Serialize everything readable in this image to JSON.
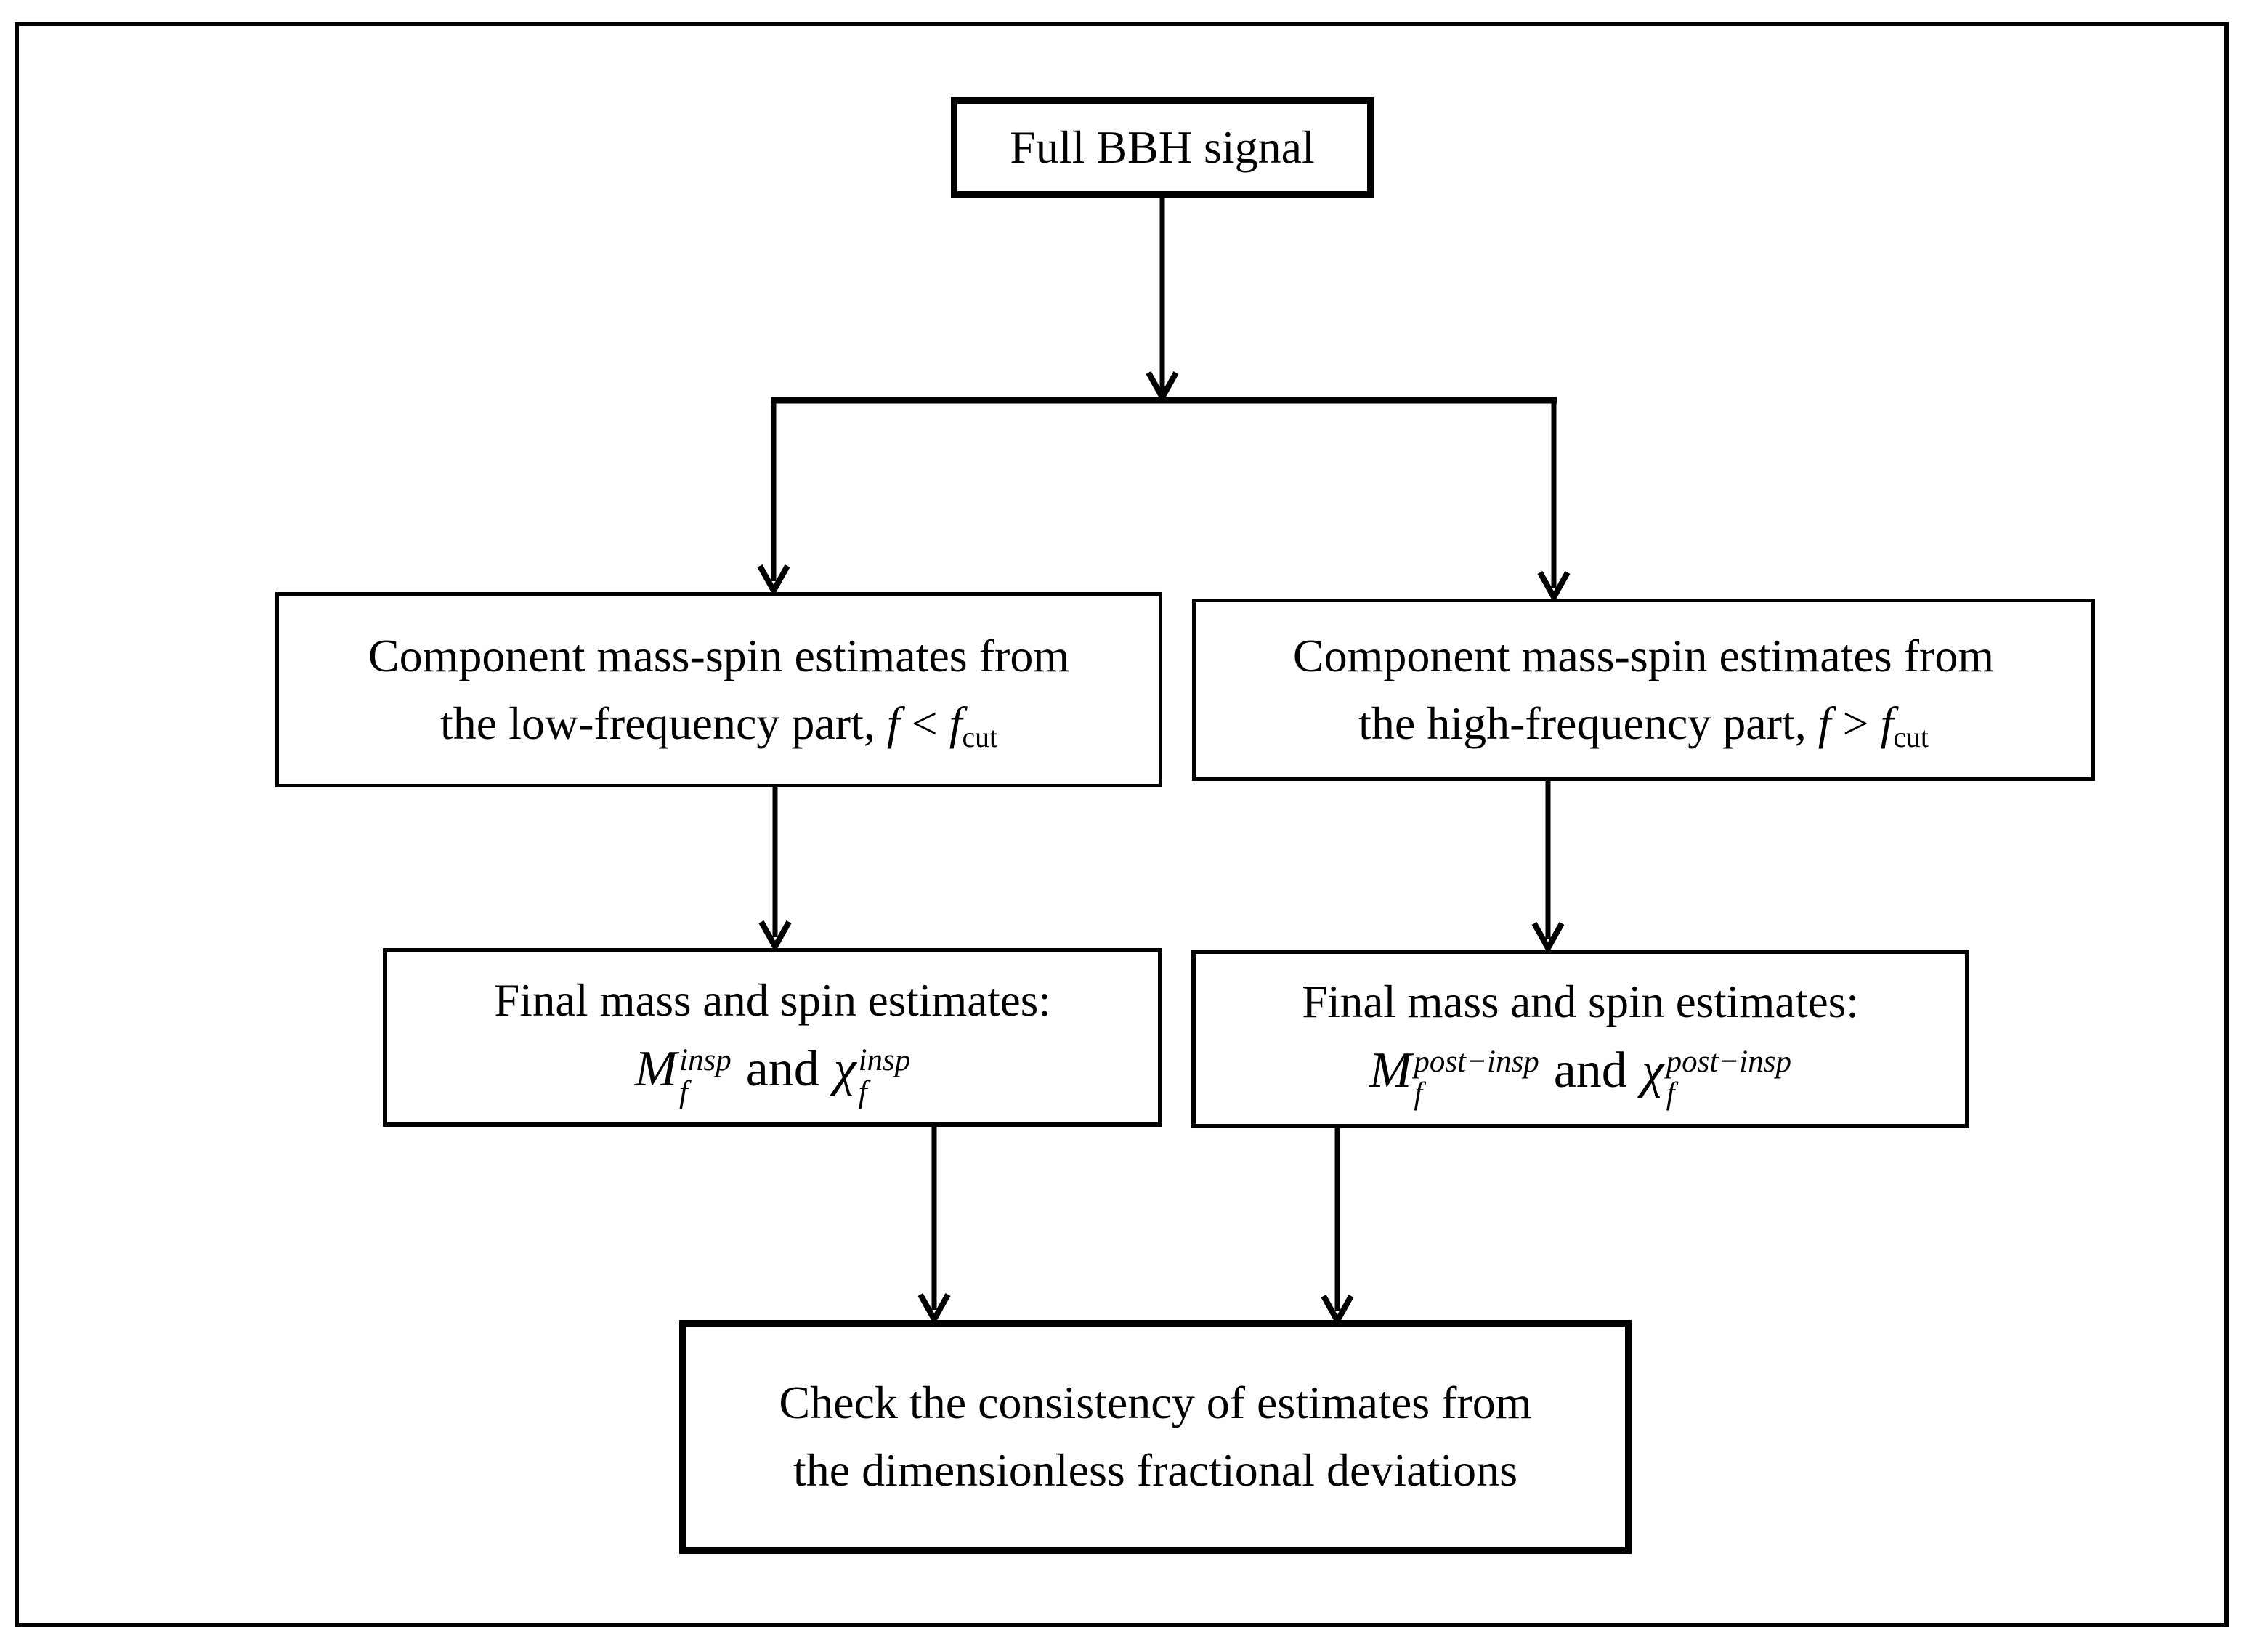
{
  "figure": {
    "background_color": "#ffffff",
    "line_color": "#000000"
  },
  "nodes": {
    "full_signal": {
      "label": "Full BBH signal"
    },
    "low_freq": {
      "line1": "Component mass-spin estimates from",
      "line2_prefix": "the low-frequency part, ",
      "f_symbol": "f",
      "comparator": "<",
      "f_cut_base": "f",
      "f_cut_sub": "cut"
    },
    "high_freq": {
      "line1": "Component mass-spin estimates from",
      "line2_prefix": "the high-frequency part, ",
      "f_symbol": "f",
      "comparator": ">",
      "f_cut_base": "f",
      "f_cut_sub": "cut"
    },
    "final_insp": {
      "line1": "Final mass and spin estimates:",
      "mass_symbol": "M",
      "mass_sup": "insp",
      "mass_sub": "f",
      "conjunction": "and",
      "spin_symbol": "χ",
      "spin_sup": "insp",
      "spin_sub": "f"
    },
    "final_postinsp": {
      "line1": "Final mass and spin estimates:",
      "mass_symbol": "M",
      "mass_sup": "post−insp",
      "mass_sub": "f",
      "conjunction": "and",
      "spin_symbol": "χ",
      "spin_sup": "post−insp",
      "spin_sub": "f"
    },
    "consistency_check": {
      "line1": "Check the consistency of estimates from",
      "line2": "the dimensionless fractional deviations"
    }
  }
}
